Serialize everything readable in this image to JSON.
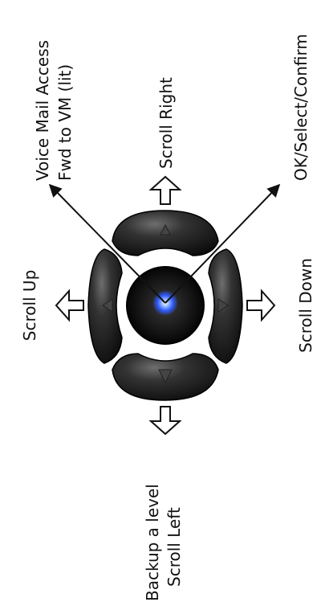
{
  "labels": {
    "voicemail_line1": "Voice Mail Access",
    "voicemail_line2": "Fwd to VM (lit)",
    "scroll_right": "Scroll Right",
    "ok_select": "OK/Select/Confirm",
    "scroll_up": "Scroll Up",
    "scroll_down": "Scroll Down",
    "backup_line1": "Backup a level",
    "backup_line2": "Scroll Left"
  },
  "colors": {
    "button_dark": "#1b1b1b",
    "button_highlight": "#6a6a6a",
    "center_glow": "#3a62ff",
    "outline": "#111111"
  },
  "icons": {
    "up_button": "triangle-up-icon",
    "down_button": "triangle-down-icon",
    "left_button": "triangle-left-icon",
    "right_button": "triangle-right-icon",
    "center_button": "lit-center-icon"
  }
}
